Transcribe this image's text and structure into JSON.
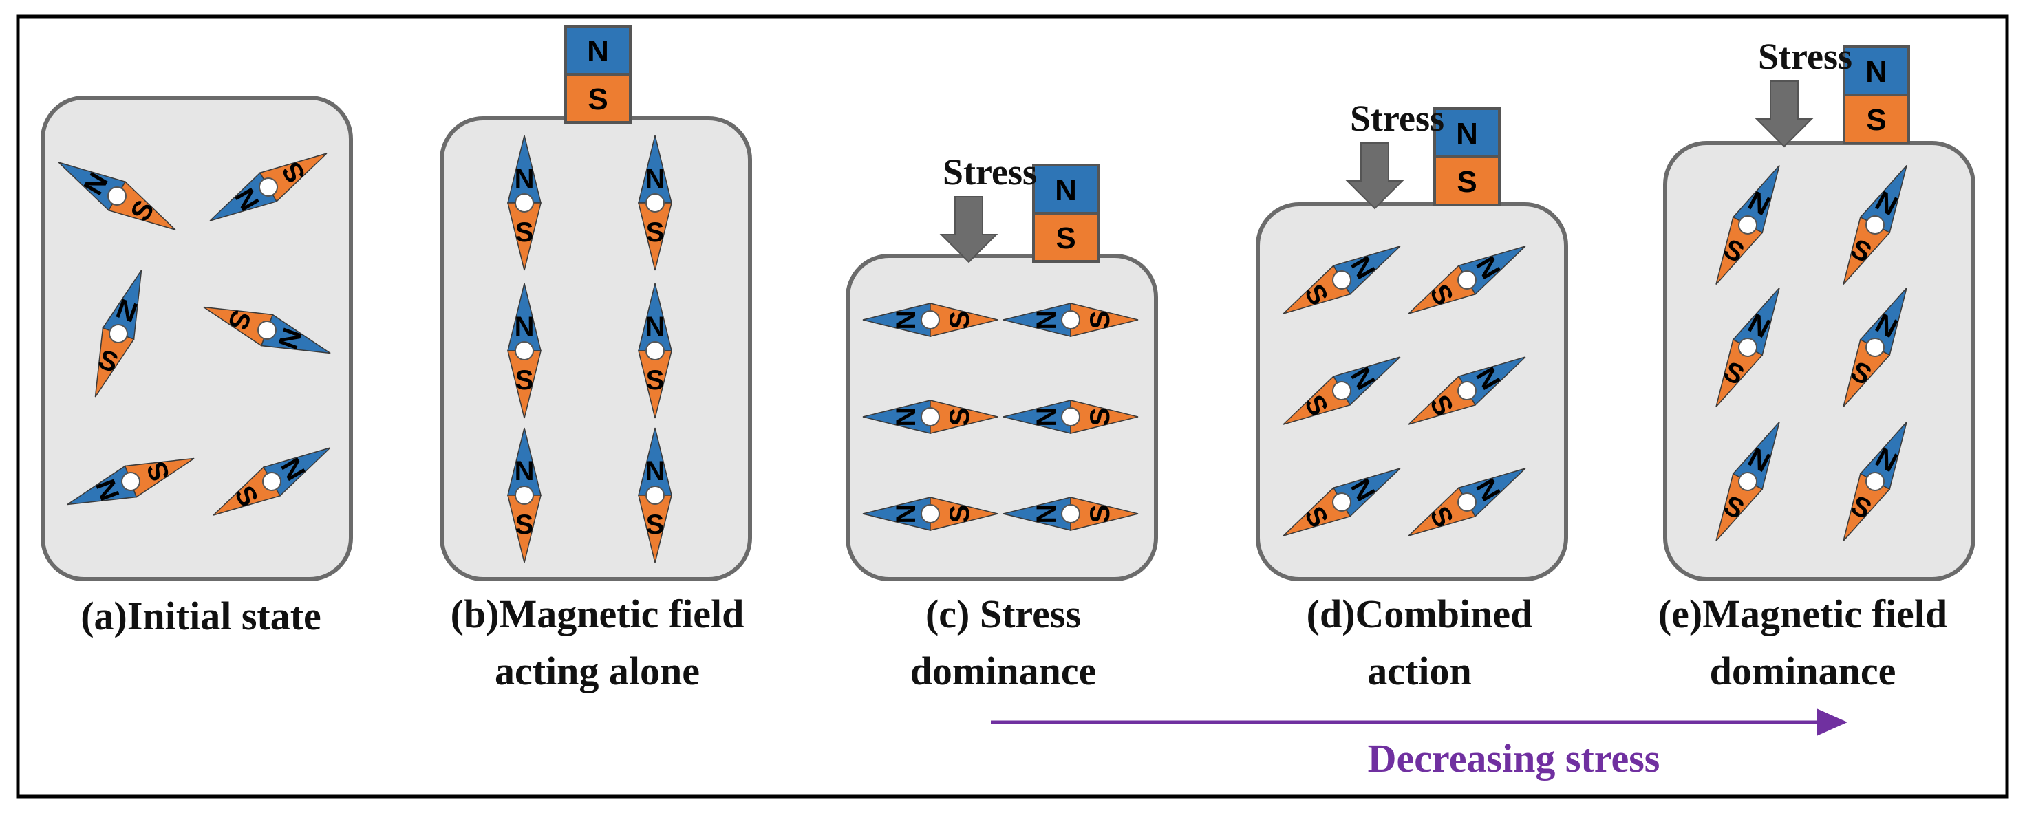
{
  "colors": {
    "north": "#2e75b6",
    "south": "#ed7d31",
    "arrow": "#6d6d6d",
    "trend": "#7030a0",
    "frame": "#000000"
  },
  "magnet": {
    "north_label": "N",
    "south_label": "S"
  },
  "needle": {
    "north_label": "N",
    "south_label": "S"
  },
  "stress_label": "Stress",
  "panels": [
    {
      "id": "a",
      "caption_lines": [
        "(a)Initial state"
      ],
      "has_magnet": false,
      "has_stress": false,
      "needle_angles": [
        -60,
        -120,
        20,
        110,
        -110,
        60
      ]
    },
    {
      "id": "b",
      "caption_lines": [
        "(b)Magnetic field",
        "acting alone"
      ],
      "has_magnet": true,
      "has_stress": false,
      "needle_angles": [
        0,
        0,
        0,
        0,
        0,
        0
      ]
    },
    {
      "id": "c",
      "caption_lines": [
        "(c) Stress",
        "dominance"
      ],
      "has_magnet": true,
      "has_stress": true,
      "needle_angles": [
        -90,
        -90,
        -90,
        -90,
        -90,
        -90
      ]
    },
    {
      "id": "d",
      "caption_lines": [
        "(d)Combined",
        "action"
      ],
      "has_magnet": true,
      "has_stress": true,
      "needle_angles": [
        60,
        60,
        60,
        60,
        60,
        60
      ]
    },
    {
      "id": "e",
      "caption_lines": [
        "(e)Magnetic field",
        "dominance"
      ],
      "has_magnet": true,
      "has_stress": true,
      "needle_angles": [
        28,
        28,
        28,
        28,
        28,
        28
      ]
    }
  ],
  "trend": {
    "label": "Decreasing stress"
  }
}
